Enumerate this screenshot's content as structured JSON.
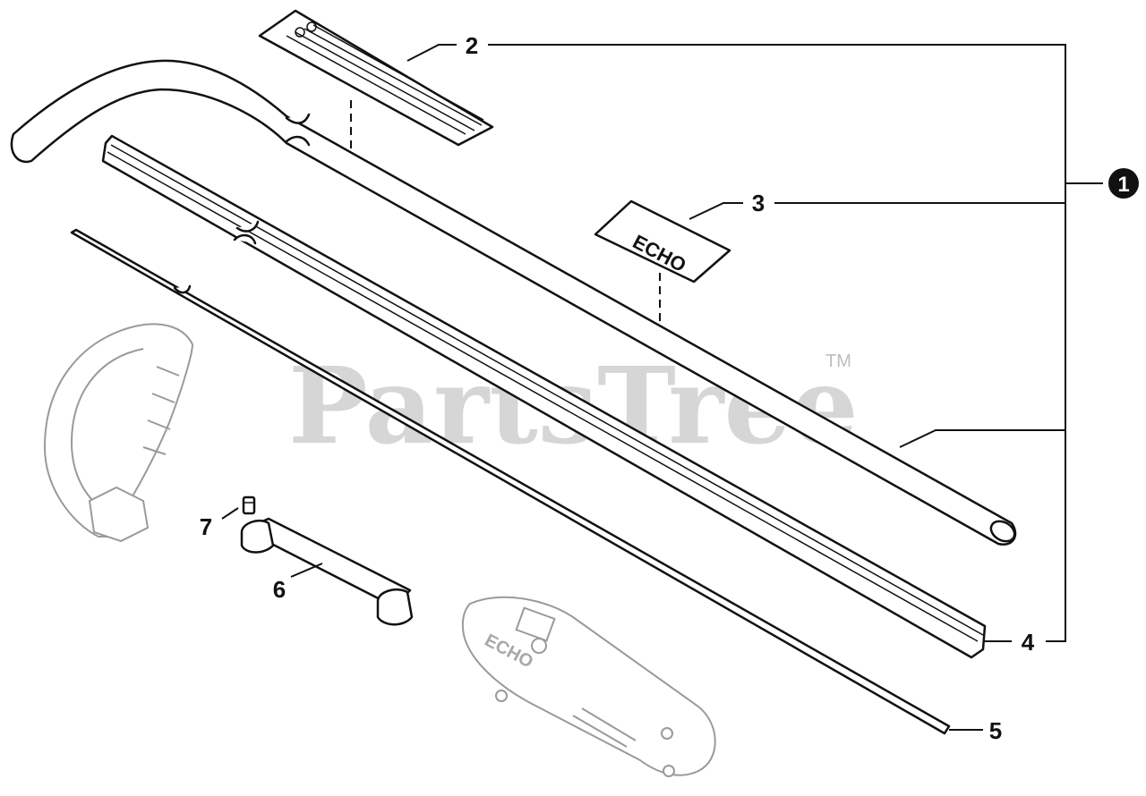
{
  "diagram": {
    "callouts": [
      {
        "id": "1",
        "label": "1",
        "circled": true
      },
      {
        "id": "2",
        "label": "2"
      },
      {
        "id": "3",
        "label": "3"
      },
      {
        "id": "4",
        "label": "4"
      },
      {
        "id": "5",
        "label": "5"
      },
      {
        "id": "6",
        "label": "6"
      },
      {
        "id": "7",
        "label": "7"
      }
    ],
    "watermark": "PartsTree",
    "trademark": "TM",
    "decal_brand": "ECHO",
    "handle_brand": "ECHO"
  }
}
